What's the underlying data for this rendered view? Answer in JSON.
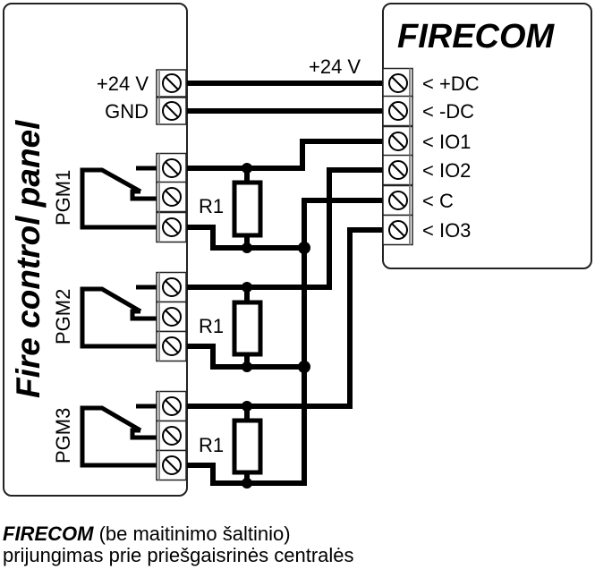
{
  "panel": {
    "title": "Fire control panel",
    "power_terminals": [
      {
        "label": "+24 V"
      },
      {
        "label": "GND"
      }
    ],
    "outputs": [
      {
        "label": "PGM1",
        "resistor": "R1"
      },
      {
        "label": "PGM2",
        "resistor": "R1"
      },
      {
        "label": "PGM3",
        "resistor": "R1"
      }
    ]
  },
  "module": {
    "title": "FIRECOM",
    "terminals": [
      {
        "label": "< +DC"
      },
      {
        "label": "< -DC"
      },
      {
        "label": "< IO1"
      },
      {
        "label": "< IO2"
      },
      {
        "label": "< C"
      },
      {
        "label": "< IO3"
      }
    ]
  },
  "wire_label": "+24 V",
  "caption": {
    "brand": "FIRECOM",
    "line1_rest": " (be maitinimo šaltinio)",
    "line2": "prijungimas prie priešgaisrinės centralės"
  }
}
